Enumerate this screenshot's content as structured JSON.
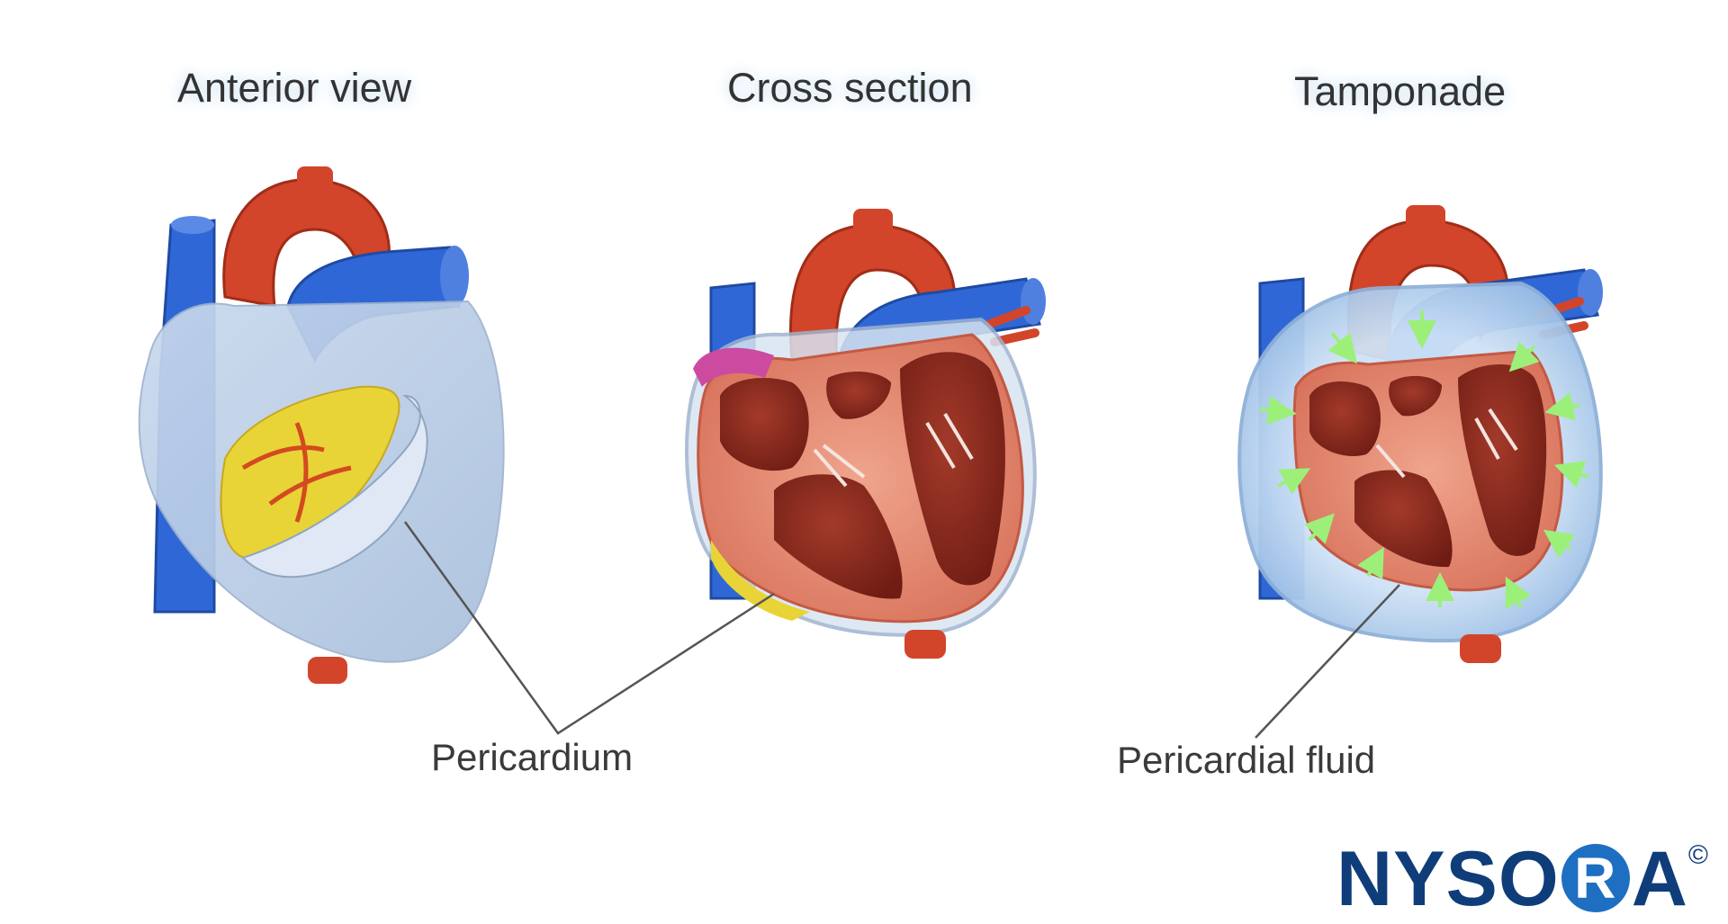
{
  "titles": {
    "anterior": "Anterior view",
    "cross": "Cross section",
    "tamponade": "Tamponade"
  },
  "labels": {
    "pericardium": "Pericardium",
    "fluid": "Pericardial fluid"
  },
  "logo": {
    "part1": "NYSO",
    "circled1": "R",
    "circled2": "A",
    "mark": "©"
  },
  "colors": {
    "aorta": "#d2452a",
    "vein": "#2f68d6",
    "myocardium": "#e68f78",
    "chamber": "#8a2a1e",
    "pericardium": "#b9cfe6",
    "fluid": "#9fc3ea",
    "fat": "#e8d437",
    "arrow": "#9cf07a",
    "logo": "#0f3d7a"
  }
}
